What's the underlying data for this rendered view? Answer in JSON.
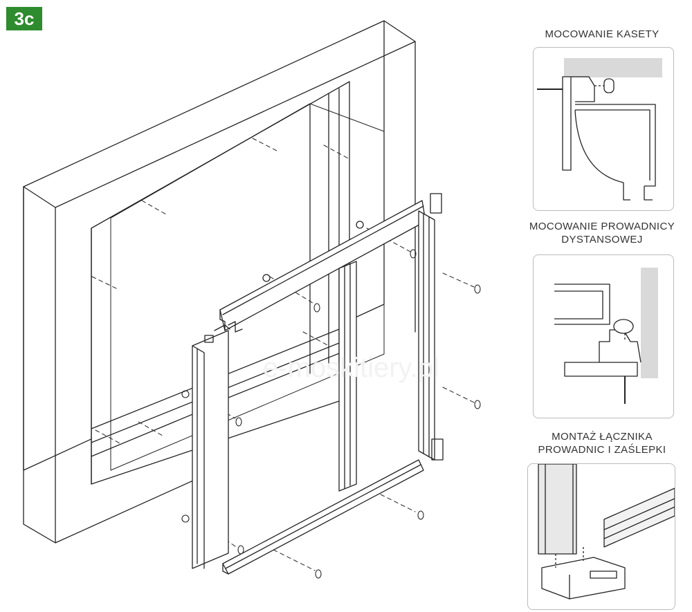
{
  "step_badge": "3c",
  "watermark": "e-moskitiery.pl",
  "details": [
    {
      "title_lines": [
        "MOCOWANIE KASETY"
      ]
    },
    {
      "title_lines": [
        "MOCOWANIE PROWADNICY",
        "DYSTANSOWEJ"
      ]
    },
    {
      "title_lines": [
        "MONTAŻ ŁĄCZNIKA",
        "PROWADNIC I ZAŚLEPKI"
      ]
    }
  ],
  "colors": {
    "badge": "#2e8b2e",
    "line": "#222222",
    "wall_gray": "#d9d9d9",
    "panel_border": "#bbbbbb"
  }
}
